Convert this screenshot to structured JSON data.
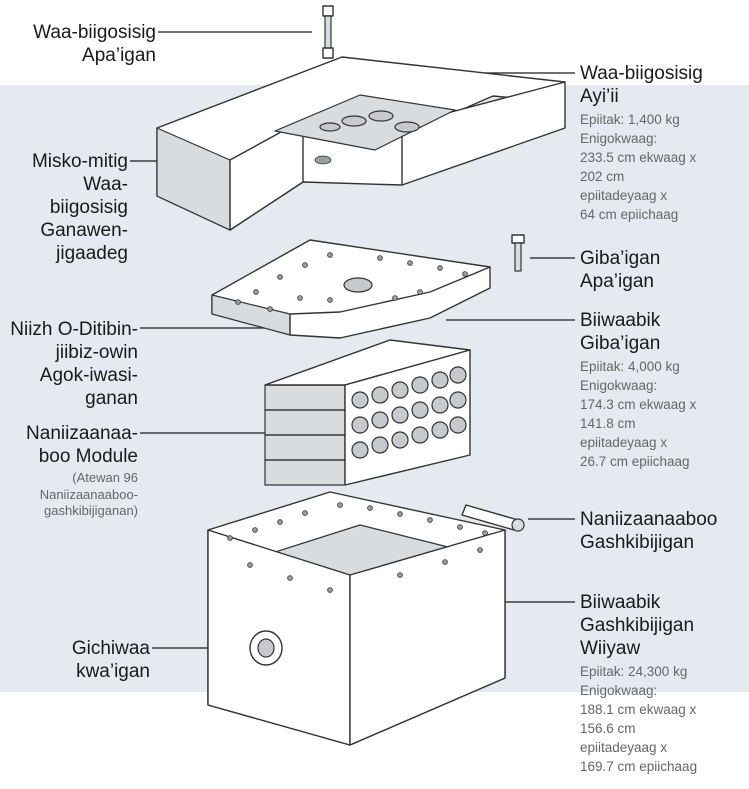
{
  "labels": {
    "top_bolt": "Waa-biigosisig\nApa’igan",
    "closure_lid": "Waa-biigosisig\nAyi’ii",
    "closure_lid_spec": "Epiitak: 1,400 kg\nEnigokwaag:\n233.5 cm ekwaag x\n202 cm\nepiitadeyaag x\n64 cm epiichaag",
    "lifting_lugs": "Misko-mitig\nWaa-\nbiigosisig\nGanawen-\njigaadeg",
    "shield_bolt": "Giba’igan\nApa’igan",
    "shield_plug": "Biiwaabik\nGiba’igan",
    "shield_plug_spec": "Epiitak: 4,000 kg\nEnigokwaag:\n174.3 cm ekwaag x\n141.8 cm\nepiitadeyaag x\n26.7 cm epiichaag",
    "baffle_plate": "Niizh O-Ditibin-\njiibiz-owin\nAgok-iwasi-\nganan",
    "fuel_module": "Naniizaanaa-\nboo Module",
    "fuel_module_note": "(Atewan 96\nNaniizaanaaboo-\ngashkibijiganan)",
    "fuel_container": "Naniizaanaaboo\nGashkibijigan",
    "container_body": "Biiwaabik\nGashkibijigan\nWiiyaw",
    "container_body_spec": "Epiitak: 24,300 kg\nEnigokwaag:\n188.1 cm ekwaag x\n156.6 cm\nepiitadeyaag x\n169.7 cm epiichaag",
    "vent_port": "Gichiwaa\nkwa’igan"
  },
  "colors": {
    "background_panel": "#e4eaef",
    "label_text": "#1a1a1a",
    "spec_text": "#666666"
  }
}
